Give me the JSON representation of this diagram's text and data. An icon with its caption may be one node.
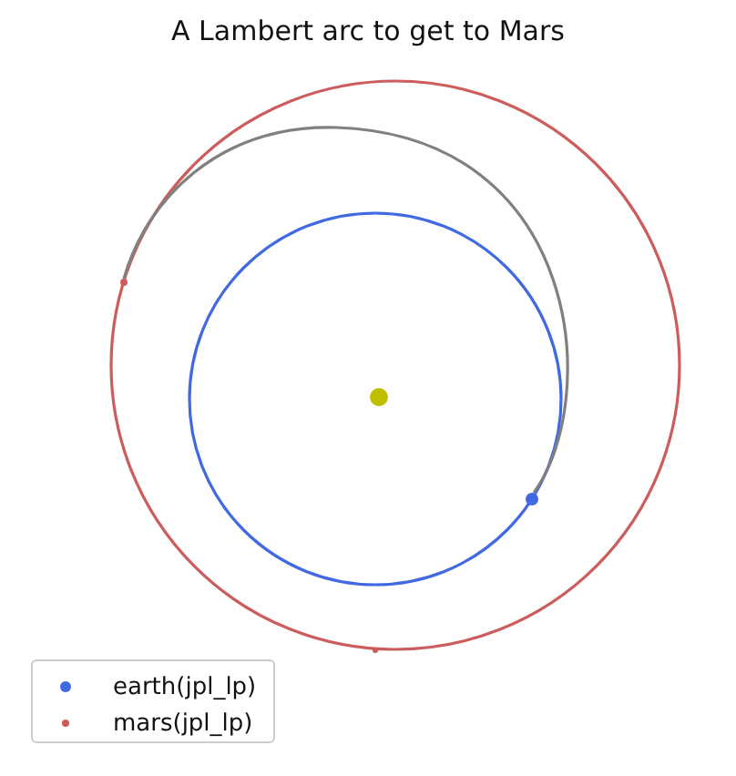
{
  "diagram": {
    "title": "A Lambert arc to get to Mars",
    "nodes": [
      {
        "text": [],
        "shape": "circle"
      },
      {
        "text": [],
        "shape": "circle"
      },
      {
        "text": [],
        "shape": "circle"
      }
    ],
    "edges": [
      {
        "from": 2,
        "to": 0,
        "arrow": "none"
      }
    ],
    "legend": [
      {
        "text": "earth(jpl_lp)",
        "color": "#4169e1"
      },
      {
        "text": "mars(jpl_lp)",
        "color": "#cd5c5c"
      }
    ]
  }
}
